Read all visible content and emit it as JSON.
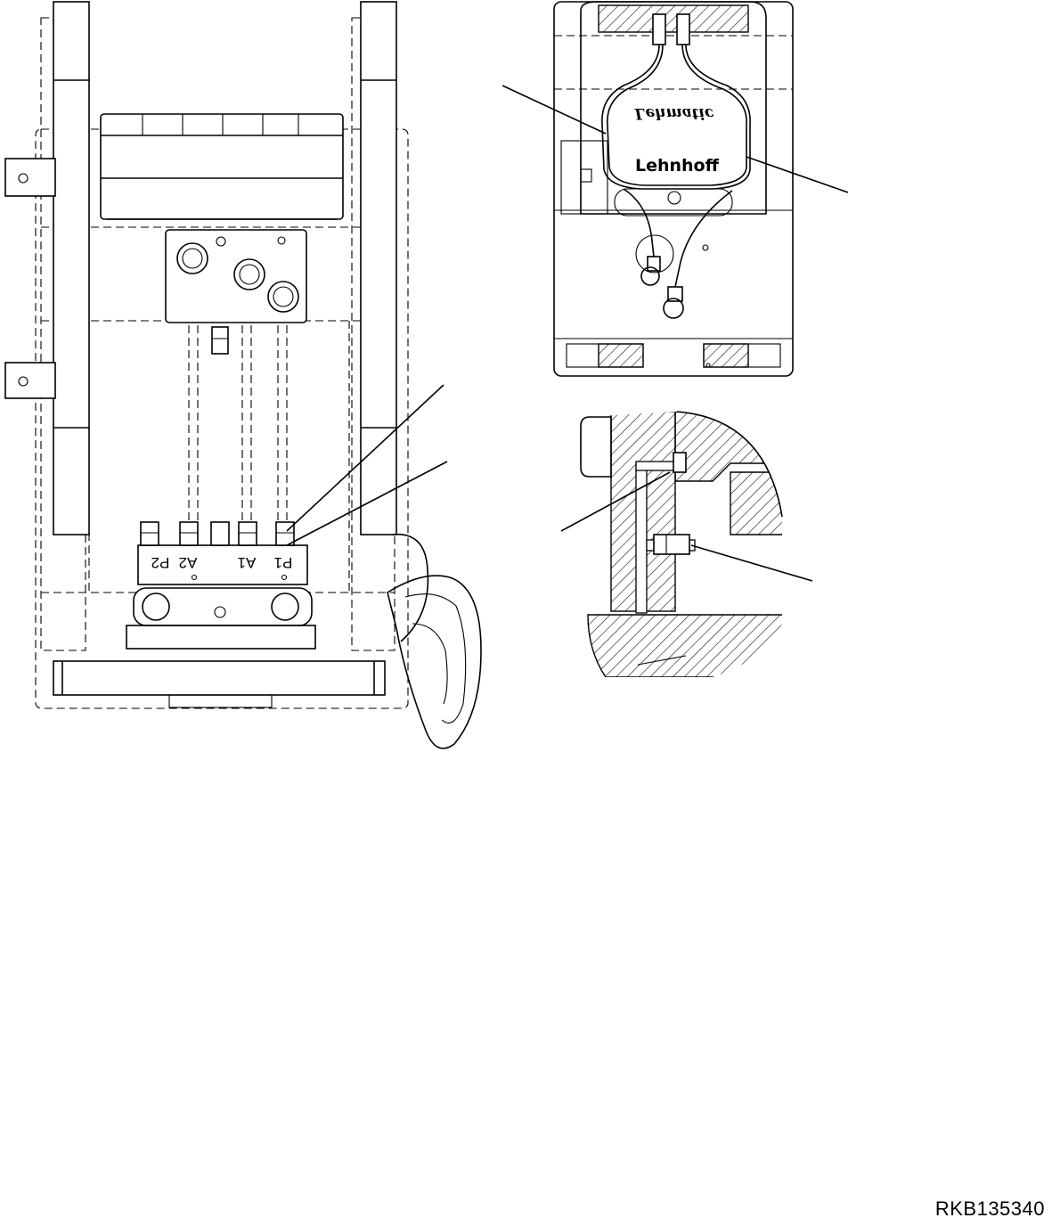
{
  "drawing_code": "RKB135340",
  "ports": {
    "p2": "P2",
    "a2": "A2",
    "a1": "A1",
    "p1": "P1"
  },
  "brand": {
    "top_mirrored": "Lehmatic",
    "main": "Lehnhoff"
  },
  "colors": {
    "ink": "#000000",
    "paper": "#ffffff"
  }
}
